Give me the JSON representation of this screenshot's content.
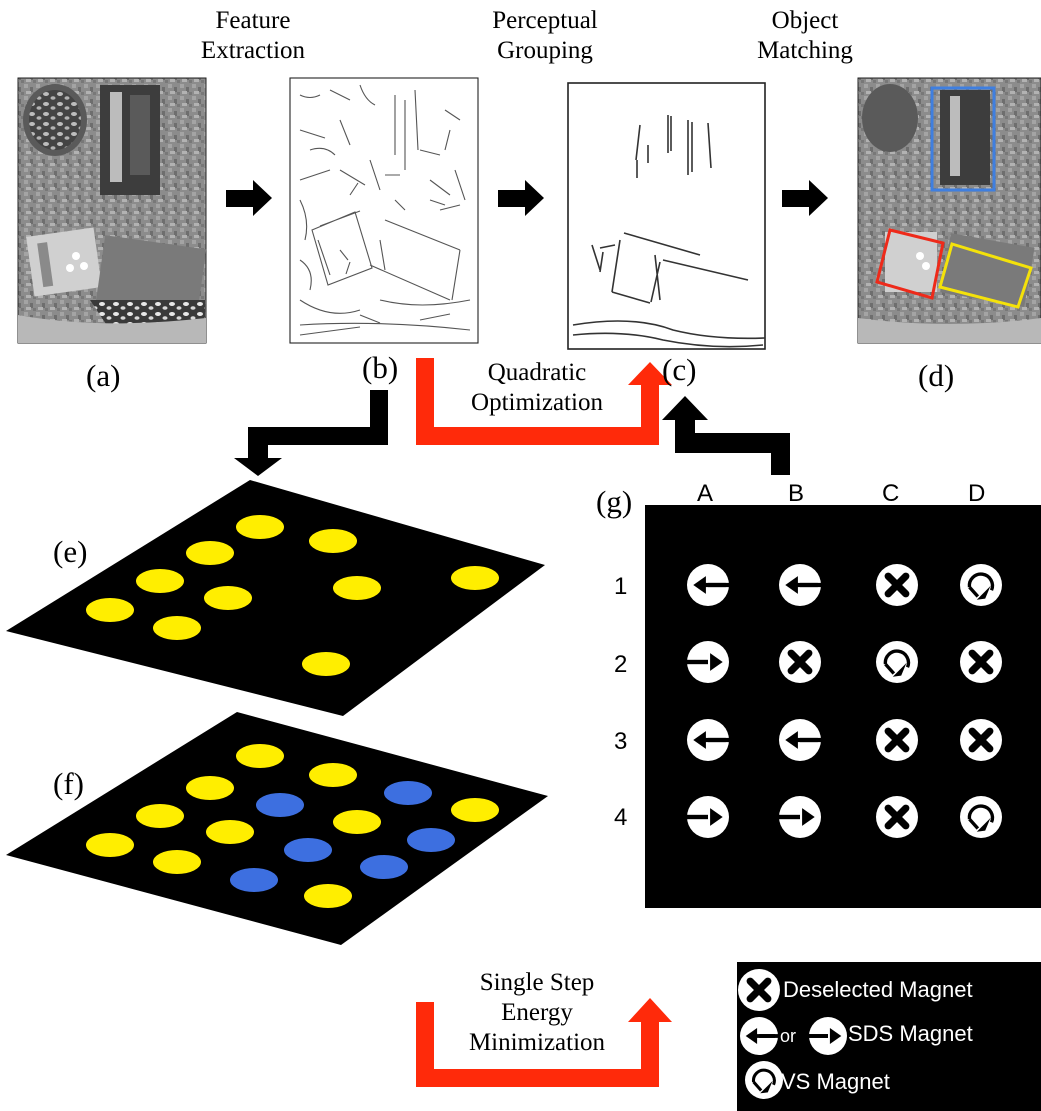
{
  "stages": {
    "feature_extraction": [
      "Feature",
      "Extraction"
    ],
    "perceptual_grouping": [
      "Perceptual",
      "Grouping"
    ],
    "object_matching": [
      "Object",
      "Matching"
    ]
  },
  "panels": {
    "a": "(a)",
    "b": "(b)",
    "c": "(c)",
    "d": "(d)",
    "e": "(e)",
    "f": "(f)",
    "g": "(g)"
  },
  "steps": {
    "quadratic": [
      "Quadratic",
      "Optimization"
    ],
    "single_step": [
      "Single Step",
      "Energy",
      "Minimization"
    ]
  },
  "magnet_grid": {
    "columns": [
      "A",
      "B",
      "C",
      "D"
    ],
    "rows": [
      "1",
      "2",
      "3",
      "4"
    ],
    "cells": [
      [
        "sds-left",
        "sds-left",
        "deselected",
        "vs"
      ],
      [
        "sds-right",
        "deselected",
        "vs",
        "deselected"
      ],
      [
        "sds-left",
        "sds-left",
        "deselected",
        "deselected"
      ],
      [
        "sds-right",
        "sds-right",
        "deselected",
        "vs"
      ]
    ]
  },
  "legend": {
    "deselected": "Deselected Magnet",
    "or": "or",
    "sds": "SDS Magnet",
    "vs": "VS Magnet"
  },
  "colors": {
    "arrow_red": "#ff2a0a",
    "dot_yellow": "#ffee00",
    "dot_blue": "#3d6fe0",
    "box_blue": "#3f7fe0",
    "box_red": "#ee2a1a",
    "box_yellow": "#f4e20a"
  }
}
